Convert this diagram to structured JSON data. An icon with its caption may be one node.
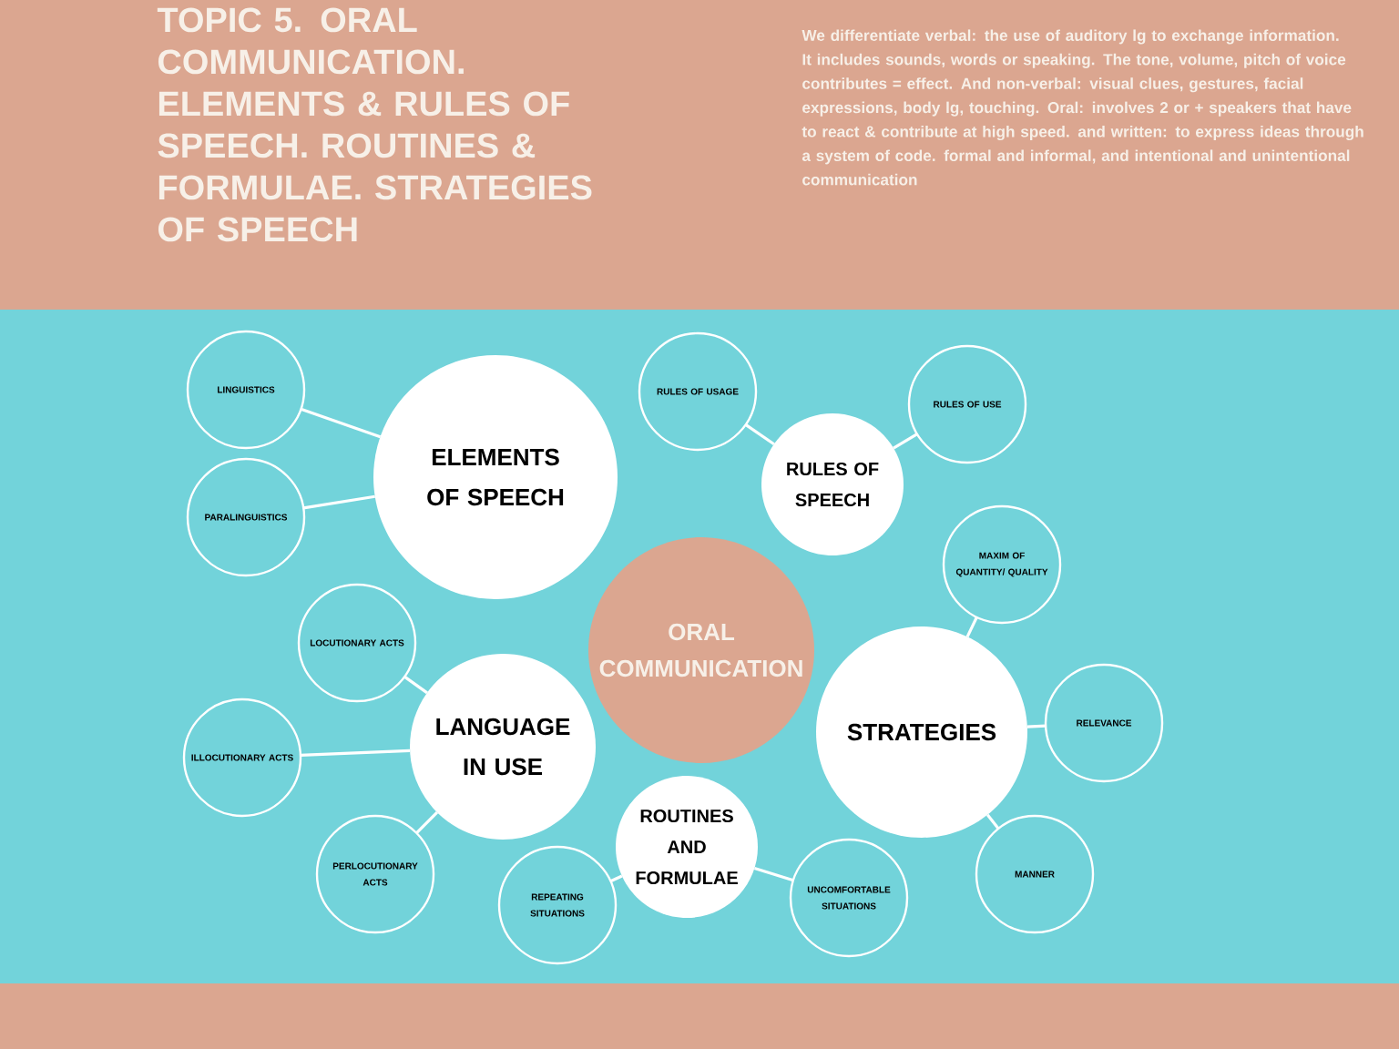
{
  "diagram": {
    "title": "TOPIC 5. ORAL COMMUNICATION. ELEMENTS & RULES OF SPEECH. ROUTINES & FORMULAE. STRATEGIES OF SPEECH",
    "nodes": [
      {
        "text": [
          "ORAL COMMUNICATION"
        ]
      },
      {
        "text": [
          "ELEMENTS OF SPEECH"
        ]
      },
      {
        "text": [
          "LINGUISTICS"
        ]
      },
      {
        "text": [
          "PARALINGUISTICS"
        ]
      },
      {
        "text": [
          "RULES OF SPEECH"
        ]
      },
      {
        "text": [
          "RULES OF USAGE"
        ]
      },
      {
        "text": [
          "RULES OF USE"
        ]
      },
      {
        "text": [
          "STRATEGIES"
        ]
      },
      {
        "text": [
          "MAXIM OF QUANTITY/ QUALITY"
        ]
      },
      {
        "text": [
          "RELEVANCE"
        ]
      },
      {
        "text": [
          "MANNER"
        ]
      },
      {
        "text": [
          "LANGUAGE IN USE"
        ]
      },
      {
        "text": [
          "LOCUTIONARY ACTS"
        ]
      },
      {
        "text": [
          "ILLOCUTIONARY ACTS"
        ]
      },
      {
        "text": [
          "PERLOCUTIONARY ACTS"
        ]
      },
      {
        "text": [
          "ROUTINES AND FORMULAE"
        ]
      },
      {
        "text": [
          "REPEATING SITUATIONS"
        ]
      },
      {
        "text": [
          "UNCOMFORTABLE SITUATIONS"
        ]
      }
    ],
    "edges": [
      {
        "from": 1,
        "to": 2,
        "arrow": "none"
      },
      {
        "from": 1,
        "to": 3,
        "arrow": "none"
      },
      {
        "from": 4,
        "to": 5,
        "arrow": "none"
      },
      {
        "from": 4,
        "to": 6,
        "arrow": "none"
      },
      {
        "from": 7,
        "to": 8,
        "arrow": "none"
      },
      {
        "from": 7,
        "to": 9,
        "arrow": "none"
      },
      {
        "from": 7,
        "to": 10,
        "arrow": "none"
      },
      {
        "from": 11,
        "to": 12,
        "arrow": "none"
      },
      {
        "from": 11,
        "to": 13,
        "arrow": "none"
      },
      {
        "from": 11,
        "to": 14,
        "arrow": "none"
      },
      {
        "from": 15,
        "to": 16,
        "arrow": "none"
      },
      {
        "from": 15,
        "to": 17,
        "arrow": "none"
      }
    ],
    "labels": [
      "We differentiate verbal: the use of auditory lg to exchange information. It includes sounds, words or speaking. The tone, volume, pitch of voice contributes = effect. And non-verbal: visual clues, gestures, facial expressions, body lg, touching. Oral: involves 2 or + speakers that have to react & contribute at high speed. and written: to express ideas through a system of code. formal and informal, and intentional and unintentional communication"
    ]
  }
}
